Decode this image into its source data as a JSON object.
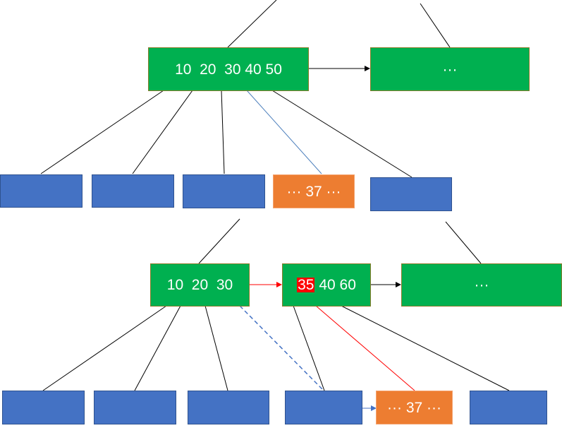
{
  "diagram": {
    "top_root": {
      "label": "10  20  30 40 50"
    },
    "top_sibling": {
      "label": "···"
    },
    "top_leaf_highlight": {
      "label": "··· 37 ···"
    },
    "bottom_left": {
      "label": "10  20  30"
    },
    "bottom_middle": {
      "highlight": "35",
      "rest": " 40 60"
    },
    "bottom_right": {
      "label": "···"
    },
    "bottom_leaf_highlight": {
      "label": "··· 37 ···"
    }
  },
  "colors": {
    "green": "#00b050",
    "blue": "#4472c4",
    "orange": "#ed7d31",
    "red": "#ff0000",
    "black_line": "#000000",
    "blue_line": "#4f81bd"
  }
}
